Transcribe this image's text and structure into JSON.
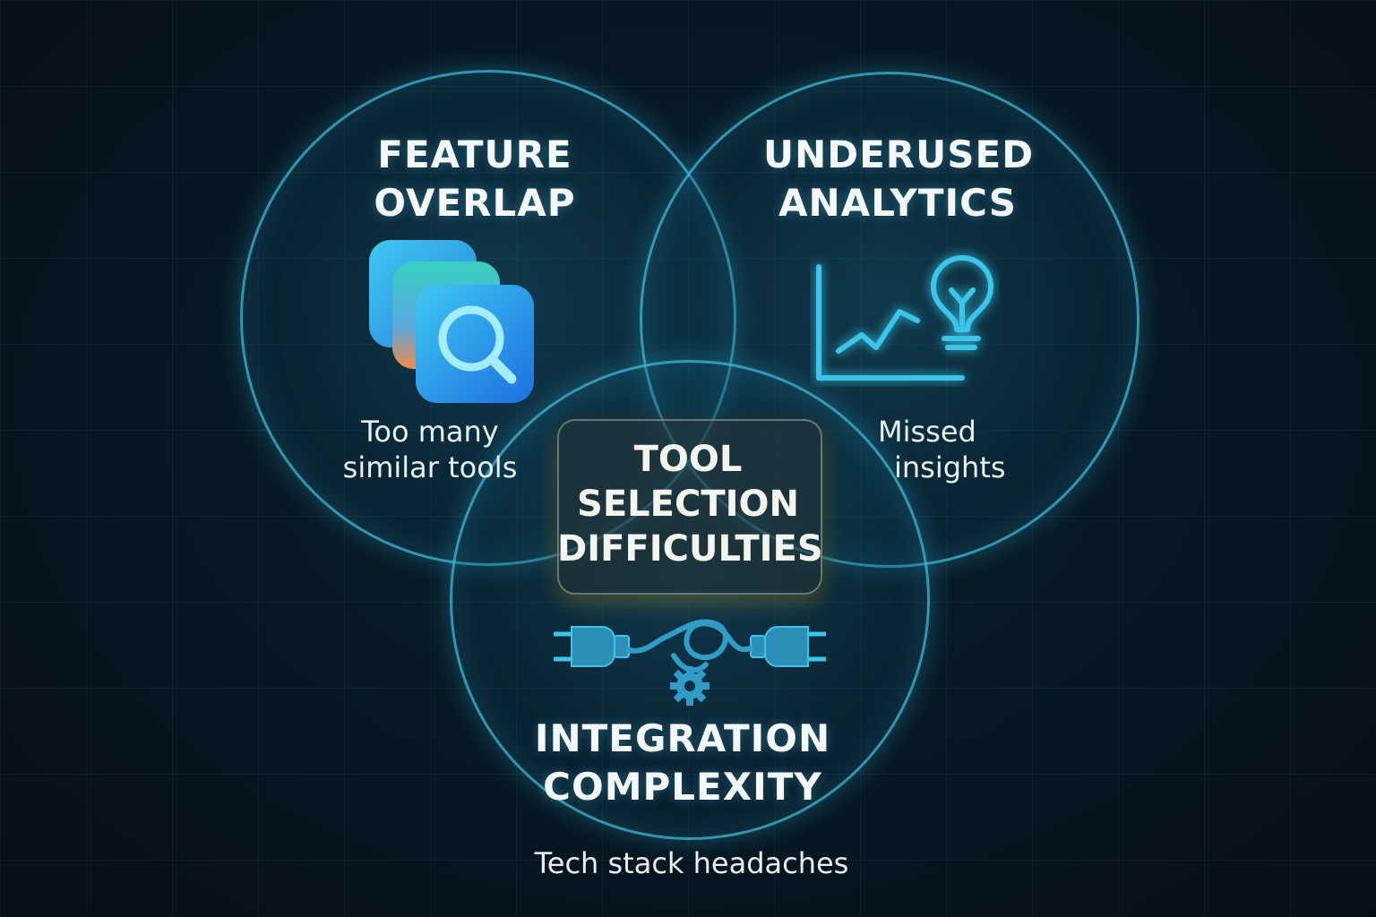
{
  "circles": {
    "feature": {
      "title_lines": [
        "FEATURE",
        "OVERLAP"
      ],
      "caption_lines": [
        "Too many",
        "similar tools"
      ],
      "icon": "stacked-app-search-icon"
    },
    "analytics": {
      "title_lines": [
        "UNDERUSED",
        "ANALYTICS"
      ],
      "caption_lines": [
        "Missed",
        "insights"
      ],
      "icon": "chart-lightbulb-icon"
    },
    "integration": {
      "title_lines": [
        "INTEGRATION",
        "COMPLEXITY"
      ],
      "caption": "Tech stack headaches",
      "icon": "plug-knot-gear-icon"
    }
  },
  "center": {
    "title_lines": [
      "TOOL",
      "SELECTION",
      "DIFFICULTIES"
    ]
  },
  "colors": {
    "background": "#071722",
    "circle_border": "#40bedc",
    "icon_cyan": "#39c6ea",
    "center_glow": "#c8aa3c"
  }
}
